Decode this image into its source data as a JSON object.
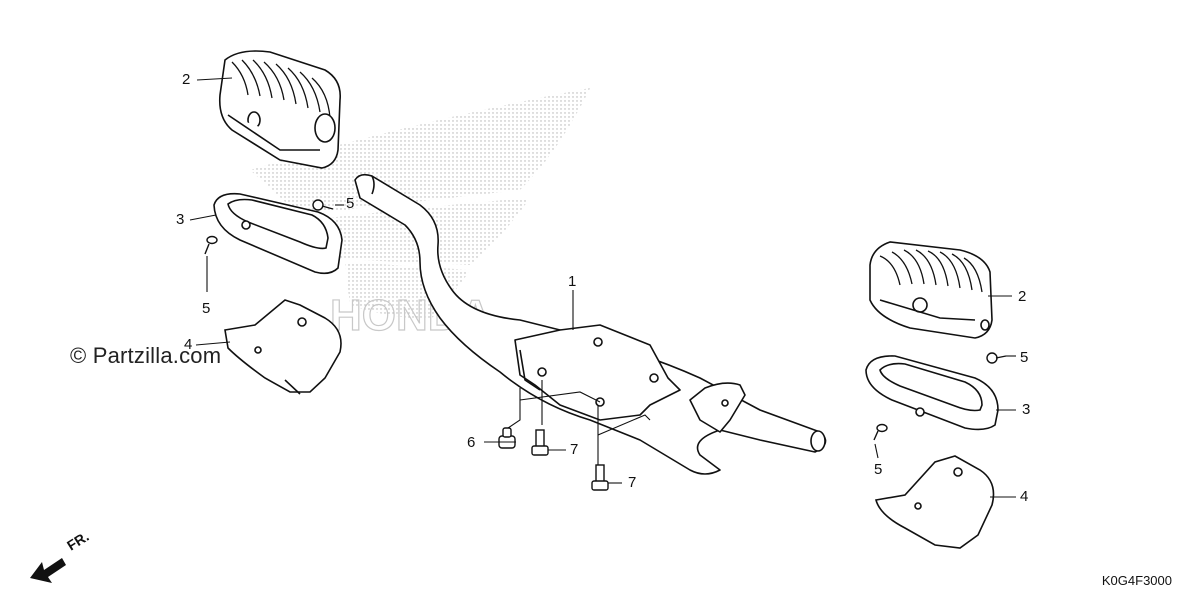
{
  "watermark": "© Partzilla.com",
  "diagram_code": "K0G4F3000",
  "direction_label": "FR.",
  "callouts": {
    "c1": "1",
    "c2_left": "2",
    "c2_right": "2",
    "c3_left": "3",
    "c3_right": "3",
    "c4_left": "4",
    "c4_right": "4",
    "c5_left_top": "5",
    "c5_left_mid": "5",
    "c5_right_mid": "5",
    "c5_right_low": "5",
    "c6": "6",
    "c7_a": "7",
    "c7_b": "7"
  },
  "icons": {
    "direction": "arrow-front-icon",
    "background": "honda-wing-logo-icon"
  }
}
